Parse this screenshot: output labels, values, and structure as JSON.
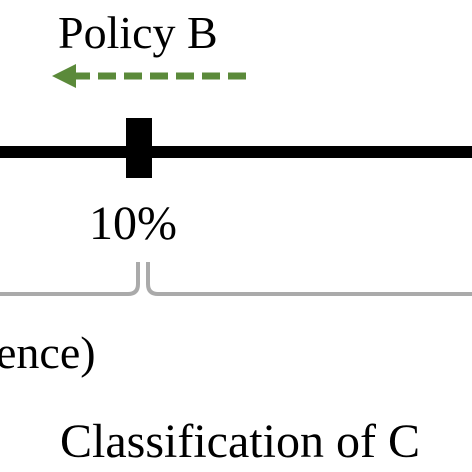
{
  "policy": {
    "label": "Policy B",
    "arrow_direction": "left",
    "arrow_style": "dashed",
    "color": "#5b8a3a"
  },
  "axis": {
    "tick_label": "10%",
    "caption": "Classification of C",
    "line_color": "#000000"
  },
  "bracket": {
    "partial_label": "ence)",
    "color": "#aaaaaa"
  }
}
